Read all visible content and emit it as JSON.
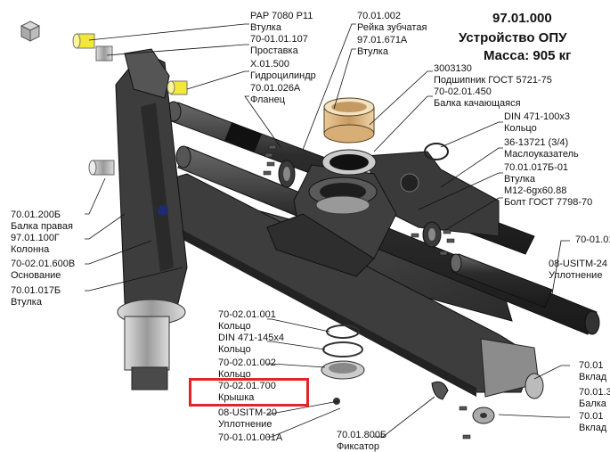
{
  "header": {
    "code": "97.01.000",
    "name": "Устройство ОПУ",
    "mass": "Масса: 905 кг"
  },
  "callouts_left_top": [
    {
      "code": "PAP 7080 P11",
      "name": "Втулка"
    },
    {
      "code": "70-01.01.107",
      "name": "Проставка"
    },
    {
      "code": "Х.01.500",
      "name": "Гидроцилиндр"
    },
    {
      "code": "70.01.026А",
      "name": "Фланец"
    }
  ],
  "callouts_mid_top": [
    {
      "code": "70.01.002",
      "name": "Рейка зубчатая"
    },
    {
      "code": "97.01.671А",
      "name": "Втулка"
    }
  ],
  "callouts_right": [
    {
      "code": "3003130",
      "name": "Подшипник ГОСТ 5721-75"
    },
    {
      "code": "70-02.01.450",
      "name": "Балка качающаяся"
    },
    {
      "code": "DIN 471-100х3",
      "name": "Кольцо"
    },
    {
      "code": "36-13721 (3/4)",
      "name": "Маслоуказатель"
    },
    {
      "code": "70.01.017Б-01",
      "name": "Втулка"
    },
    {
      "code": "М12-6gх60.88",
      "name": "Болт ГОСТ 7798-70"
    }
  ],
  "callouts_left": [
    {
      "code": "70.01.200Б",
      "name": "Балка правая"
    },
    {
      "code": "97.01.100Г",
      "name": "Колонна"
    },
    {
      "code": "70-02.01.600В",
      "name": "Основание"
    },
    {
      "code": "70.01.017Б",
      "name": "Втулка"
    }
  ],
  "callouts_bottom": [
    {
      "code": "70-02.01.001",
      "name": "Кольцо"
    },
    {
      "code": "DIN 471-145х4",
      "name": "Кольцо"
    },
    {
      "code": "70-02.01.002",
      "name": "Кольцо"
    },
    {
      "code": "70-02.01.700",
      "name": "Крышка"
    },
    {
      "code": "08-USITM-20",
      "name": "Уплотнение"
    },
    {
      "code": "70-01.01.001А",
      "name": ""
    }
  ],
  "callouts_far_right": [
    {
      "code": "70-01.01",
      "name": ""
    },
    {
      "code": "08-USITM-24",
      "name": "Уплотнение"
    },
    {
      "code": "70.01",
      "name": "Вклад"
    },
    {
      "code": "70.01.3",
      "name": "Балка"
    },
    {
      "code": "70.01",
      "name": "Вклад"
    }
  ],
  "callout_bottom_center": {
    "code": "70.01.800Б",
    "name": "Фиксатор"
  },
  "highlight_color": "#e3242b",
  "accent_colors": {
    "bushing_yellow": "#f2e83a",
    "body": "#4a4a4a",
    "bronze": "#d9b382"
  }
}
